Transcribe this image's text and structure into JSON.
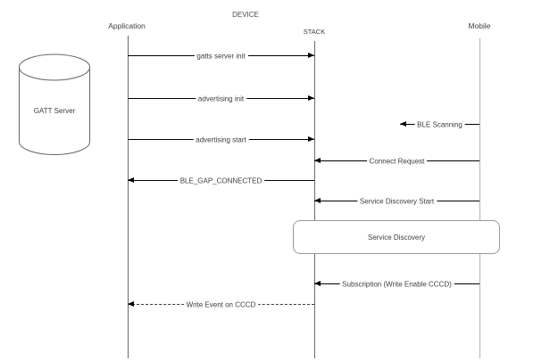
{
  "diagram": {
    "title": "DEVICE",
    "actors": [
      {
        "id": "application",
        "label": "Application"
      },
      {
        "id": "stack",
        "label": "STACK"
      },
      {
        "id": "mobile",
        "label": "Mobile"
      }
    ],
    "gatt_server": {
      "label": "GATT Server"
    },
    "service_discovery_box": {
      "label": "Service Discovery"
    },
    "messages": [
      {
        "id": "gatts-server-init",
        "label": "gatts server init",
        "from": "Application",
        "to": "STACK",
        "style": "solid"
      },
      {
        "id": "advertising-init",
        "label": "advertising init",
        "from": "Application",
        "to": "STACK",
        "style": "solid"
      },
      {
        "id": "ble-scanning",
        "label": "BLE Scanning",
        "from": "Mobile",
        "to": "Mobile",
        "style": "solid"
      },
      {
        "id": "advertising-start",
        "label": "advertising start",
        "from": "Application",
        "to": "STACK",
        "style": "solid"
      },
      {
        "id": "connect-request",
        "label": "Connect Request",
        "from": "Mobile",
        "to": "STACK",
        "style": "solid"
      },
      {
        "id": "ble-gap-connected",
        "label": "BLE_GAP_CONNECTED",
        "from": "STACK",
        "to": "Application",
        "style": "solid"
      },
      {
        "id": "service-discovery-start",
        "label": "Service Discovery Start",
        "from": "Mobile",
        "to": "STACK",
        "style": "solid"
      },
      {
        "id": "subscription",
        "label": "Subscription (Write Enable CCCD)",
        "from": "Mobile",
        "to": "STACK",
        "style": "solid"
      },
      {
        "id": "write-event",
        "label": "Write Event on CCCD",
        "from": "STACK",
        "to": "Application",
        "style": "dashed"
      }
    ],
    "colors": {
      "lifeline_dark": "#6b6b6b",
      "lifeline_light": "#b3b3b3",
      "message_line": "#000000",
      "box_border": "#999999",
      "text": "#404040"
    }
  }
}
